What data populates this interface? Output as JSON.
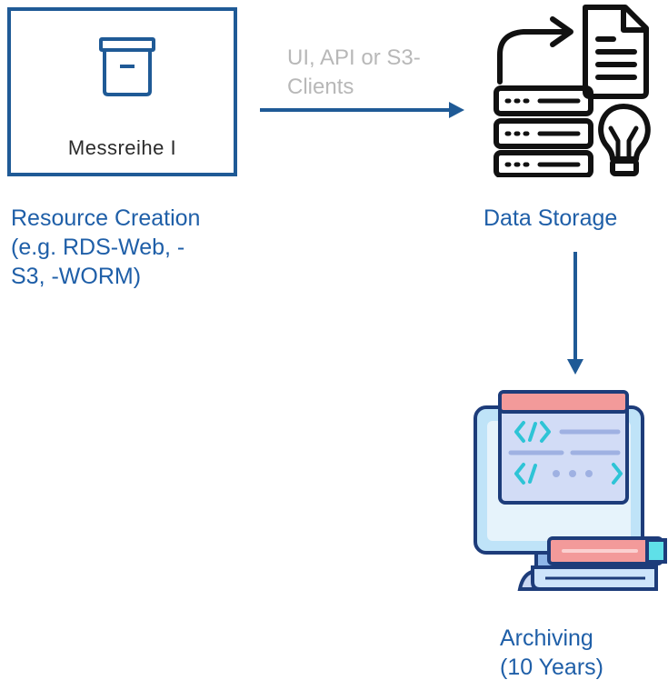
{
  "resource": {
    "box_label": "Messreihe I",
    "caption_lines": [
      "Resource Creation",
      "(e.g. RDS-Web, -",
      "S3, -WORM)"
    ]
  },
  "transfer": {
    "label_lines": [
      "UI, API or S3-",
      "Clients"
    ]
  },
  "storage": {
    "caption": "Data Storage"
  },
  "archive": {
    "caption_lines": [
      "Archiving",
      "(10 Years)"
    ]
  },
  "colors": {
    "accent_blue": "#1f5fa8",
    "box_border": "#1f5a96",
    "muted_label": "#b8b8b8",
    "icon_dark": "#111111"
  },
  "icons": [
    "archive-box-icon",
    "server-document-idea-icon",
    "monitor-code-books-icon"
  ]
}
